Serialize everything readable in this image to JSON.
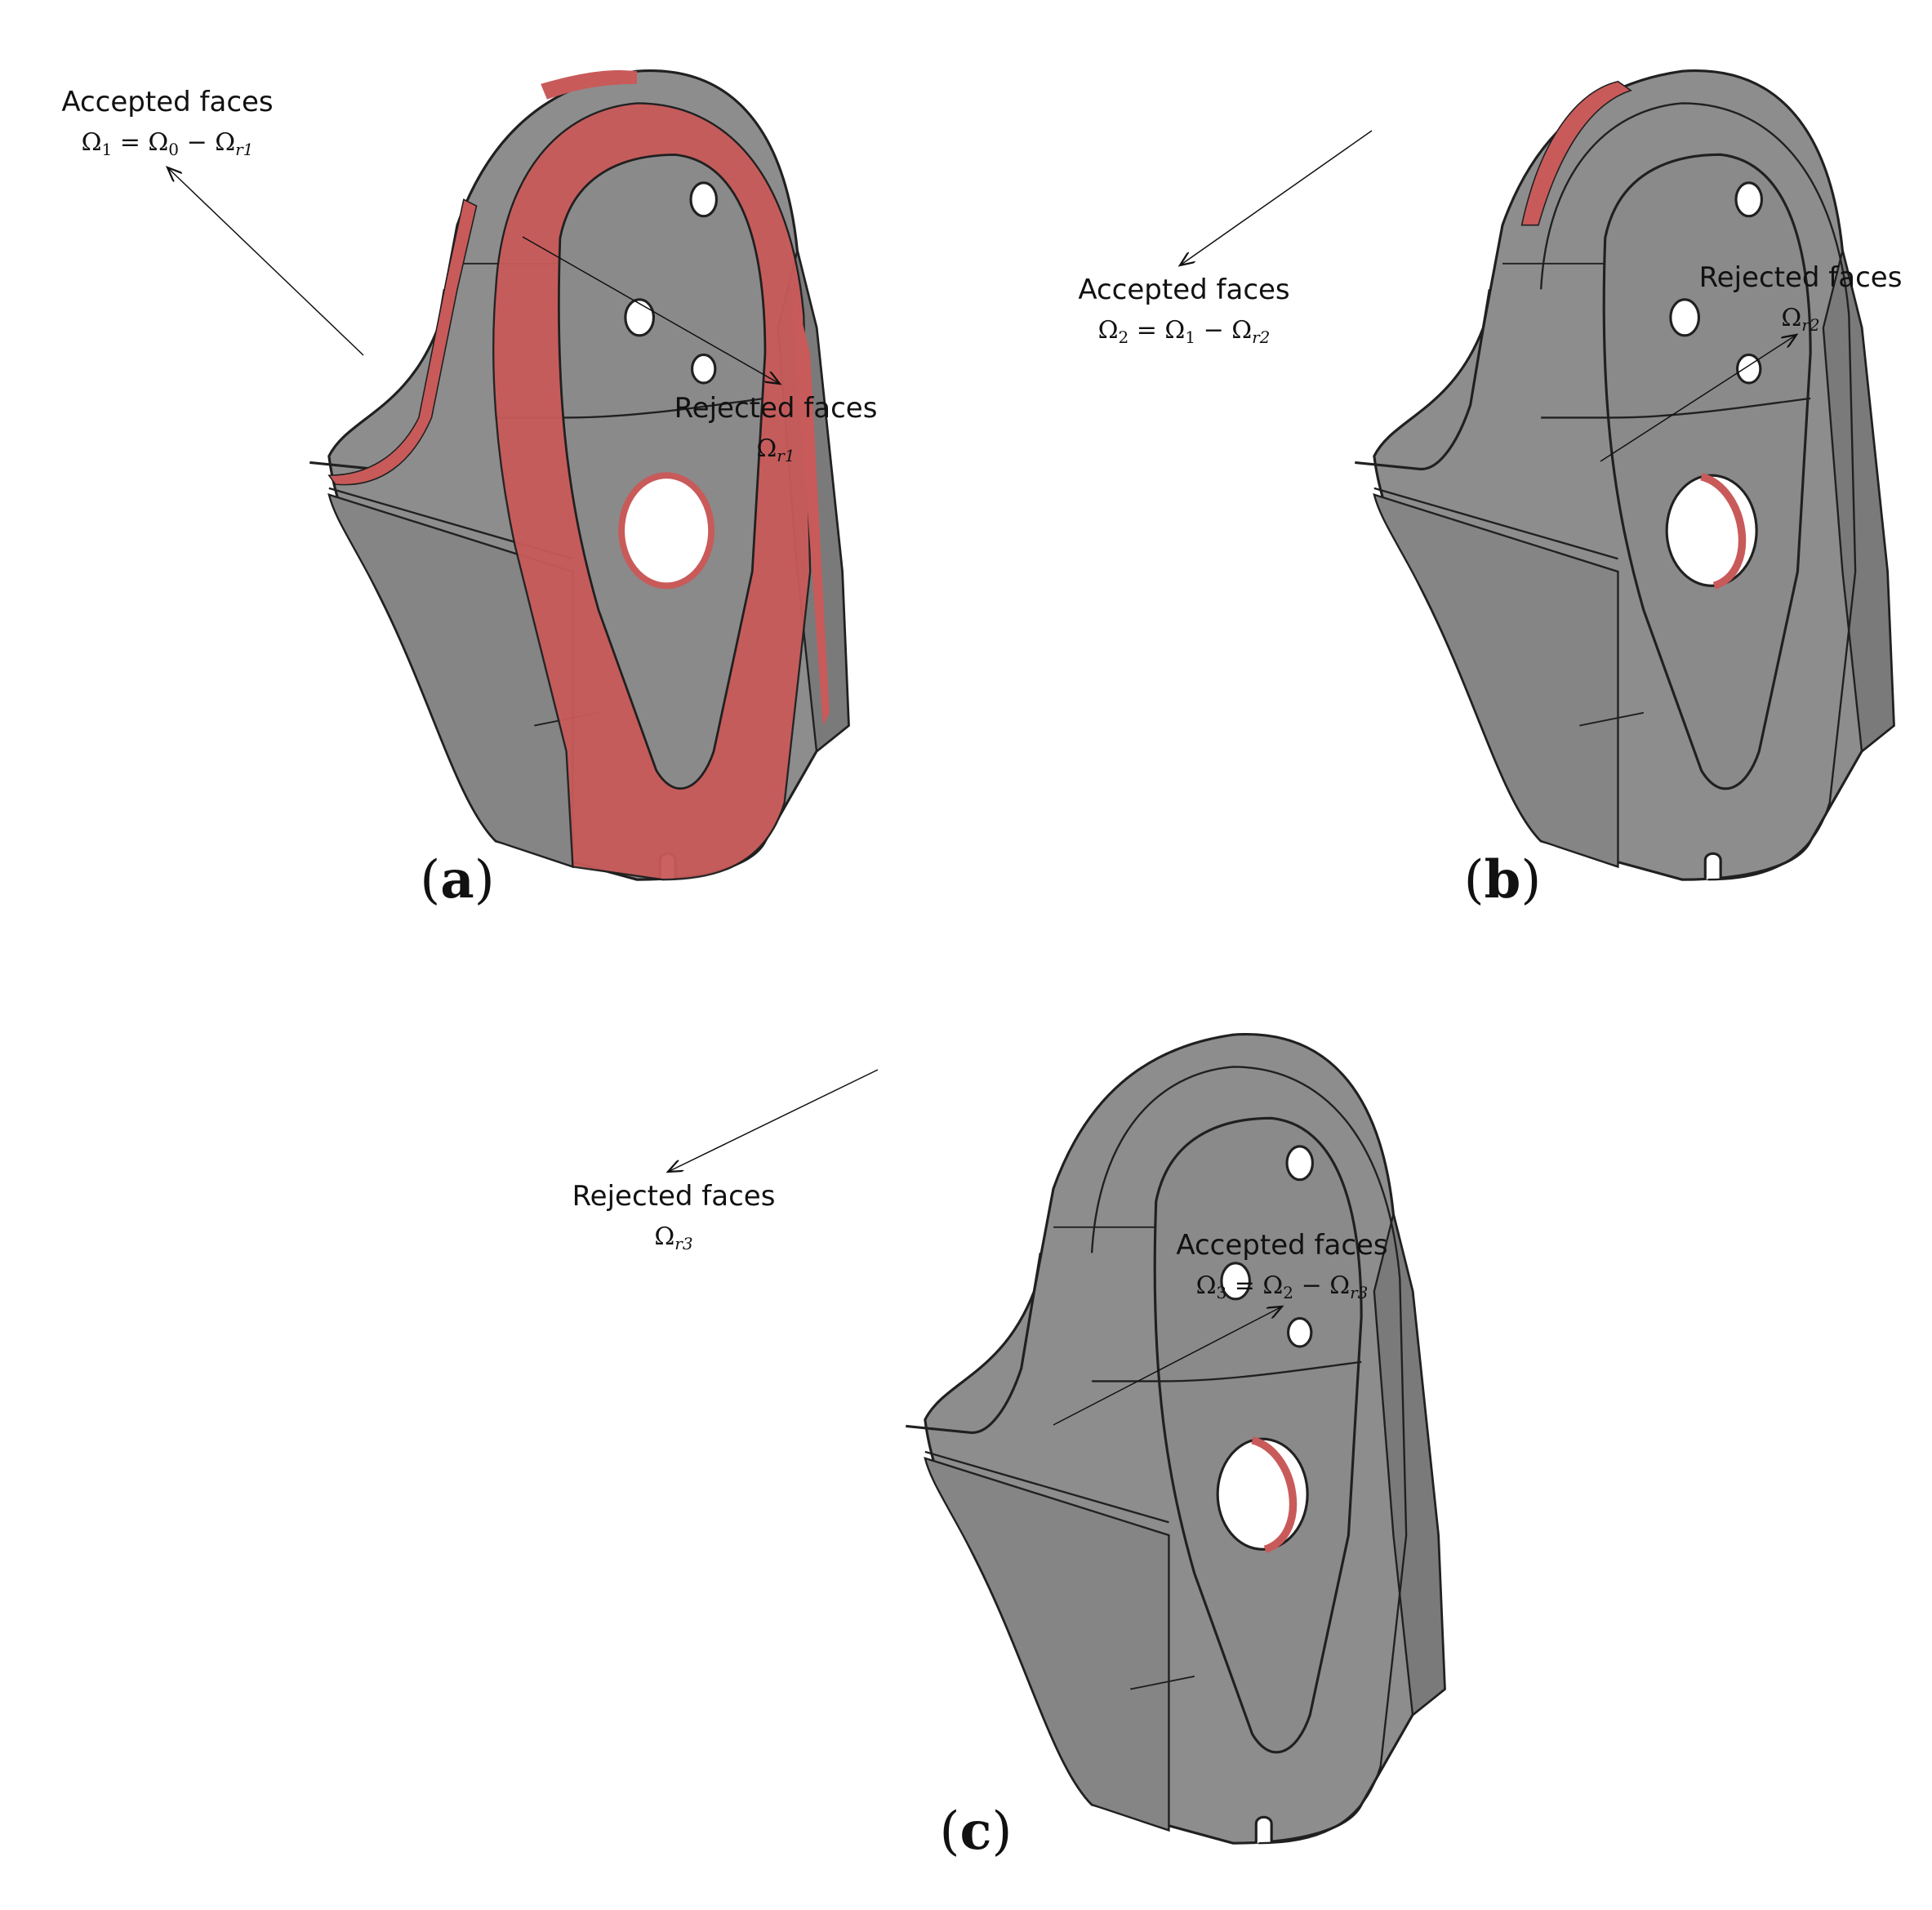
{
  "colors": {
    "body": "#8c8c8c",
    "body_light": "#a4a4a4",
    "rejected": "#c95a5a",
    "edge": "#202020"
  },
  "panel_a": {
    "caption": "a",
    "accepted": {
      "title": "Accepted faces",
      "lhs": "Ω",
      "lhs_sub": "1",
      "r1": "Ω",
      "r1_sub": "0",
      "r2": "Ω",
      "r2_sub": "r1"
    },
    "rejected": {
      "title": "Rejected faces",
      "sym": "Ω",
      "sym_sub": "r1"
    }
  },
  "panel_b": {
    "caption": "b",
    "accepted": {
      "title": "Accepted faces",
      "lhs": "Ω",
      "lhs_sub": "2",
      "r1": "Ω",
      "r1_sub": "1",
      "r2": "Ω",
      "r2_sub": "r2"
    },
    "rejected": {
      "title": "Rejected faces",
      "sym": "Ω",
      "sym_sub": "r2"
    }
  },
  "panel_c": {
    "caption": "c",
    "accepted": {
      "title": "Accepted faces",
      "lhs": "Ω",
      "lhs_sub": "3",
      "r1": "Ω",
      "r1_sub": "2",
      "r2": "Ω",
      "r2_sub": "r3"
    },
    "rejected": {
      "title": "Rejected faces",
      "sym": "Ω",
      "sym_sub": "r3"
    }
  },
  "operators": {
    "eq": "=",
    "minus": "−"
  }
}
